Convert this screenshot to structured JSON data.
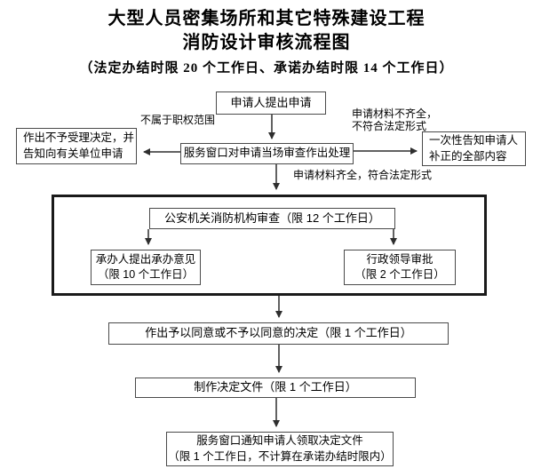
{
  "title": {
    "line1": "大型人员密集场所和其它特殊建设工程",
    "line2": "消防设计审核流程图",
    "subtitle": "（法定办结时限 20 个工作日、承诺办结时限 14 个工作日）"
  },
  "nodes": {
    "apply": {
      "text": "申请人提出申请"
    },
    "window_review": {
      "text": "服务窗口对申请当场审查作出处理"
    },
    "reject": {
      "line1": "作出不予受理决定，并",
      "line2": "告知向有关单位申请"
    },
    "notify": {
      "line1": "一次性告知申请人",
      "line2": "补正的全部内容"
    },
    "fire_review": {
      "text": "公安机关消防机构审查（限 12 个工作日）"
    },
    "undertaker": {
      "line1": "承办人提出承办意见",
      "line2": "（限 10 个工作日）"
    },
    "leader": {
      "line1": "行政领导审批",
      "line2": "（限 2 个工作日）"
    },
    "decision": {
      "text": "作出予以同意或不予以同意的决定（限 1 个工作日）"
    },
    "document": {
      "text": "制作决定文件（限 1 个工作日）"
    },
    "pickup": {
      "line1": "服务窗口通知申请人领取决定文件",
      "line2": "（限 1 个工作日，不计算在承诺办结时限内）"
    }
  },
  "labels": {
    "out_of_scope": "不属于职权范围",
    "incomplete_line1": "申请材料不齐全，",
    "incomplete_line2": "不符合法定形式",
    "complete": "申请材料齐全，符合法定形式"
  },
  "colors": {
    "background": "#ffffff",
    "text": "#000000",
    "box_border": "#4a4a4a",
    "outer_frame_border": "#1a1a1a",
    "arrow": "#2e2e2e"
  }
}
